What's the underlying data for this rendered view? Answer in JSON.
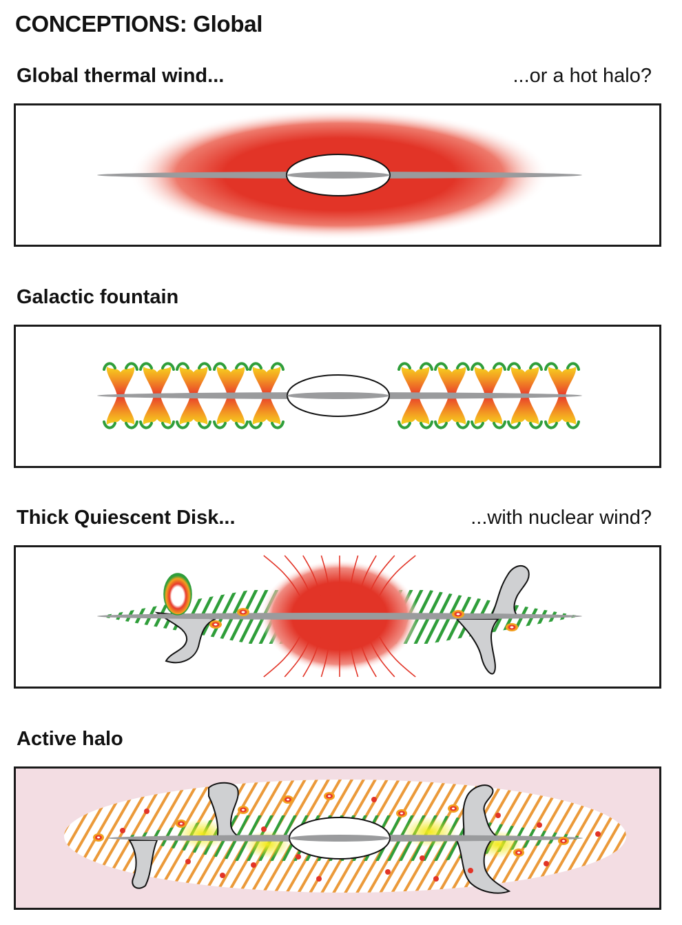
{
  "title": "CONCEPTIONS: Global",
  "panels": [
    {
      "label_left": "Global thermal wind...",
      "label_right": "...or a hot halo?"
    },
    {
      "label_left": "Galactic fountain",
      "label_right": ""
    },
    {
      "label_left": "Thick Quiescent Disk...",
      "label_right": "...with nuclear wind?"
    },
    {
      "label_left": "Active halo",
      "label_right": ""
    }
  ],
  "colors": {
    "disk": "#9a9b9d",
    "hot_gas": "#e8392b",
    "warm_gas": "#f2c21b",
    "cool_gas": "#2f9e3a",
    "hatch_orange": "#eb9a3a",
    "halo_background": "#f3dde3"
  }
}
